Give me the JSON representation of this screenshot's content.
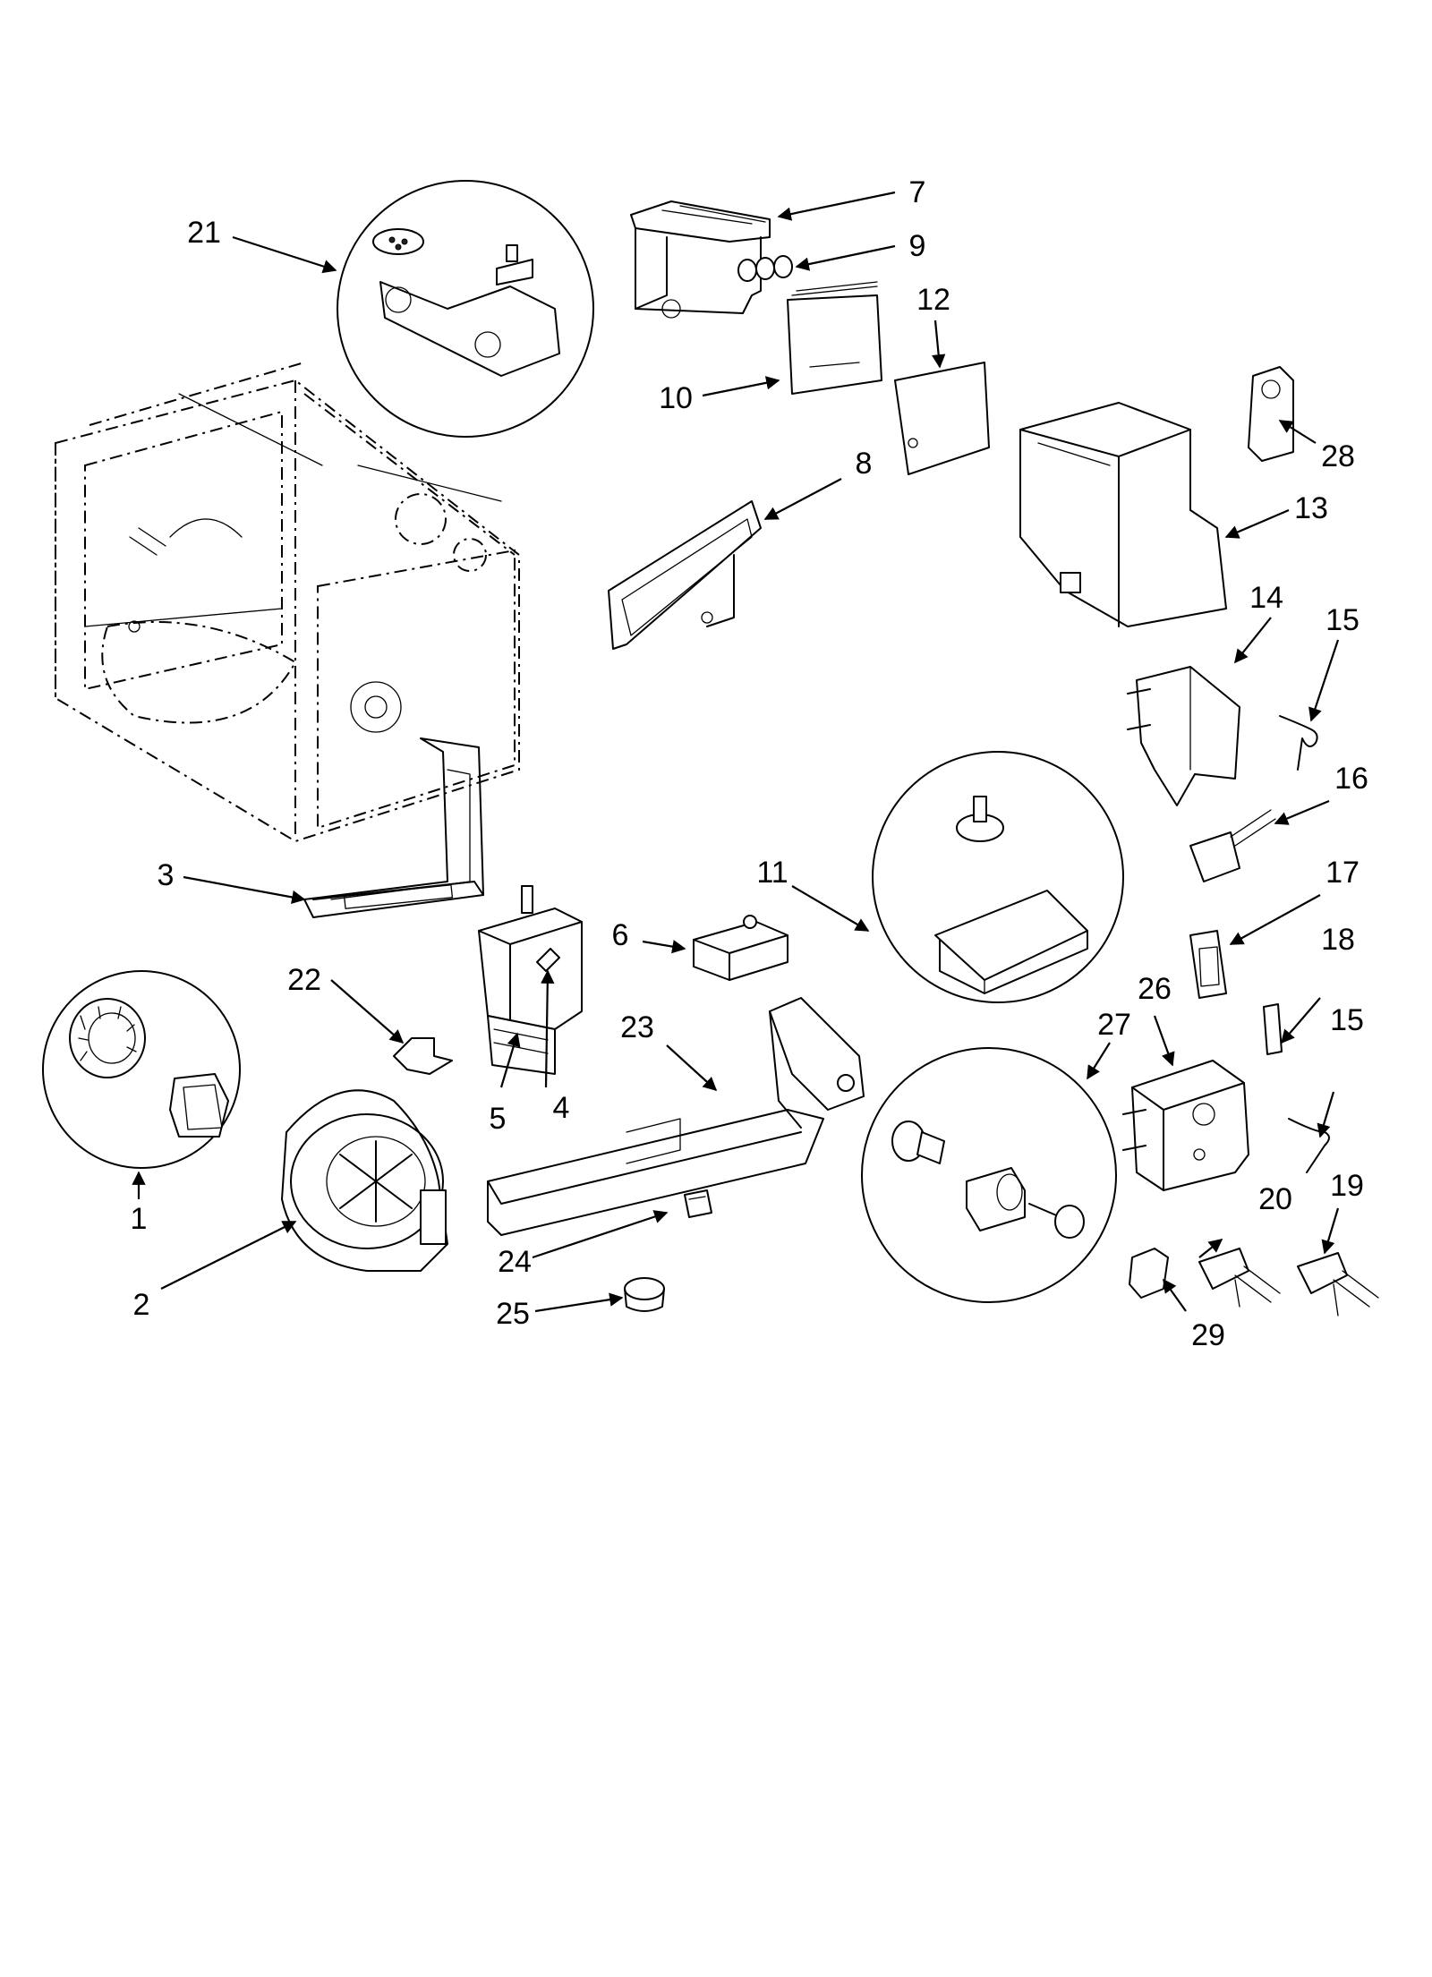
{
  "callouts": [
    {
      "id": "1",
      "label": "1"
    },
    {
      "id": "2",
      "label": "2"
    },
    {
      "id": "3",
      "label": "3"
    },
    {
      "id": "4",
      "label": "4"
    },
    {
      "id": "5",
      "label": "5"
    },
    {
      "id": "6",
      "label": "6"
    },
    {
      "id": "7",
      "label": "7"
    },
    {
      "id": "8",
      "label": "8"
    },
    {
      "id": "9",
      "label": "9"
    },
    {
      "id": "10",
      "label": "10"
    },
    {
      "id": "11",
      "label": "11"
    },
    {
      "id": "12",
      "label": "12"
    },
    {
      "id": "13",
      "label": "13"
    },
    {
      "id": "14",
      "label": "14"
    },
    {
      "id": "15a",
      "label": "15"
    },
    {
      "id": "15b",
      "label": "15"
    },
    {
      "id": "16",
      "label": "16"
    },
    {
      "id": "17",
      "label": "17"
    },
    {
      "id": "18",
      "label": "18"
    },
    {
      "id": "19",
      "label": "19"
    },
    {
      "id": "20",
      "label": "20"
    },
    {
      "id": "21",
      "label": "21"
    },
    {
      "id": "22",
      "label": "22"
    },
    {
      "id": "23",
      "label": "23"
    },
    {
      "id": "24",
      "label": "24"
    },
    {
      "id": "25",
      "label": "25"
    },
    {
      "id": "26",
      "label": "26"
    },
    {
      "id": "27",
      "label": "27"
    },
    {
      "id": "28",
      "label": "28"
    },
    {
      "id": "29",
      "label": "29"
    }
  ]
}
